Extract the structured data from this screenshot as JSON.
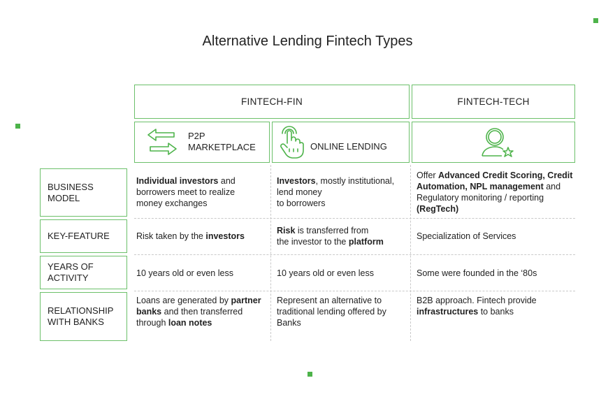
{
  "title": "Alternative Lending Fintech Types",
  "colors": {
    "accent": "#4db34a",
    "border": "#6cc06a",
    "divider": "#c9c9c9"
  },
  "header": {
    "fin": "FINTECH-FIN",
    "tech": "FINTECH-TECH"
  },
  "subheaders": {
    "p2p": {
      "icon": "exchange-arrows-icon",
      "line1": "P2P",
      "line2": "MARKETPLACE"
    },
    "online": {
      "icon": "tap-hand-icon",
      "label": "ONLINE LENDING"
    },
    "tech": {
      "icon": "user-star-icon"
    }
  },
  "rows": [
    {
      "label_line1": "BUSINESS",
      "label_line2": "MODEL",
      "p2p": [
        "Individual investors",
        " and",
        "borrowers meet to realize",
        "money exchanges"
      ],
      "online": [
        "Investors",
        ", mostly institutional,",
        "lend money",
        "to borrowers"
      ],
      "tech": [
        "Offer ",
        "Advanced Credit Scoring, Credit",
        "Automation, NPL management",
        " and",
        "Regulatory monitoring / reporting",
        "(RegTech)"
      ]
    },
    {
      "label_line1": "KEY-FEATURE",
      "label_line2": "",
      "p2p": [
        "Risk taken by the ",
        "investors"
      ],
      "online": [
        "Risk",
        " is transferred from",
        "the investor to the ",
        "platform"
      ],
      "tech": [
        "Specialization of Services"
      ]
    },
    {
      "label_line1": "YEARS OF",
      "label_line2": "ACTIVITY",
      "p2p": [
        "10 years old or even less"
      ],
      "online": [
        "10 years old or even less"
      ],
      "tech": [
        "Some were founded in the ‘80s"
      ]
    },
    {
      "label_line1": "RELATIONSHIP",
      "label_line2": "WITH BANKS",
      "p2p": [
        "Loans are generated by ",
        "partner",
        "banks",
        " and then transferred",
        "through ",
        "loan notes"
      ],
      "online": [
        "Represent an alternative to",
        "traditional lending offered by",
        "Banks"
      ],
      "tech": [
        "B2B approach. Fintech provide",
        "infrastructures",
        " to banks"
      ]
    }
  ]
}
